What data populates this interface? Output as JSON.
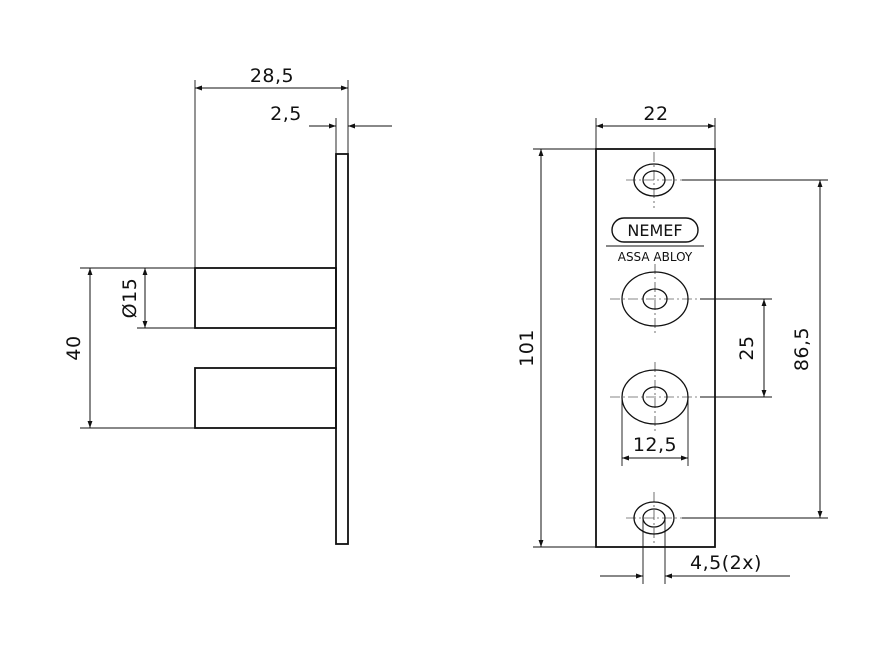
{
  "dimensions": {
    "overall_depth": "28,5",
    "plate_thickness": "2,5",
    "pin_diameter": "Ø15",
    "pin_spacing": "40",
    "plate_width": "22",
    "plate_height": "101",
    "mount_hole_spacing": "86,5",
    "center_hole_spacing": "25",
    "counterbore_diameter": "12,5",
    "hole_diameter": "4,5(2x)"
  },
  "logo": {
    "brand": "NEMEF",
    "group": "ASSA ABLOY"
  }
}
